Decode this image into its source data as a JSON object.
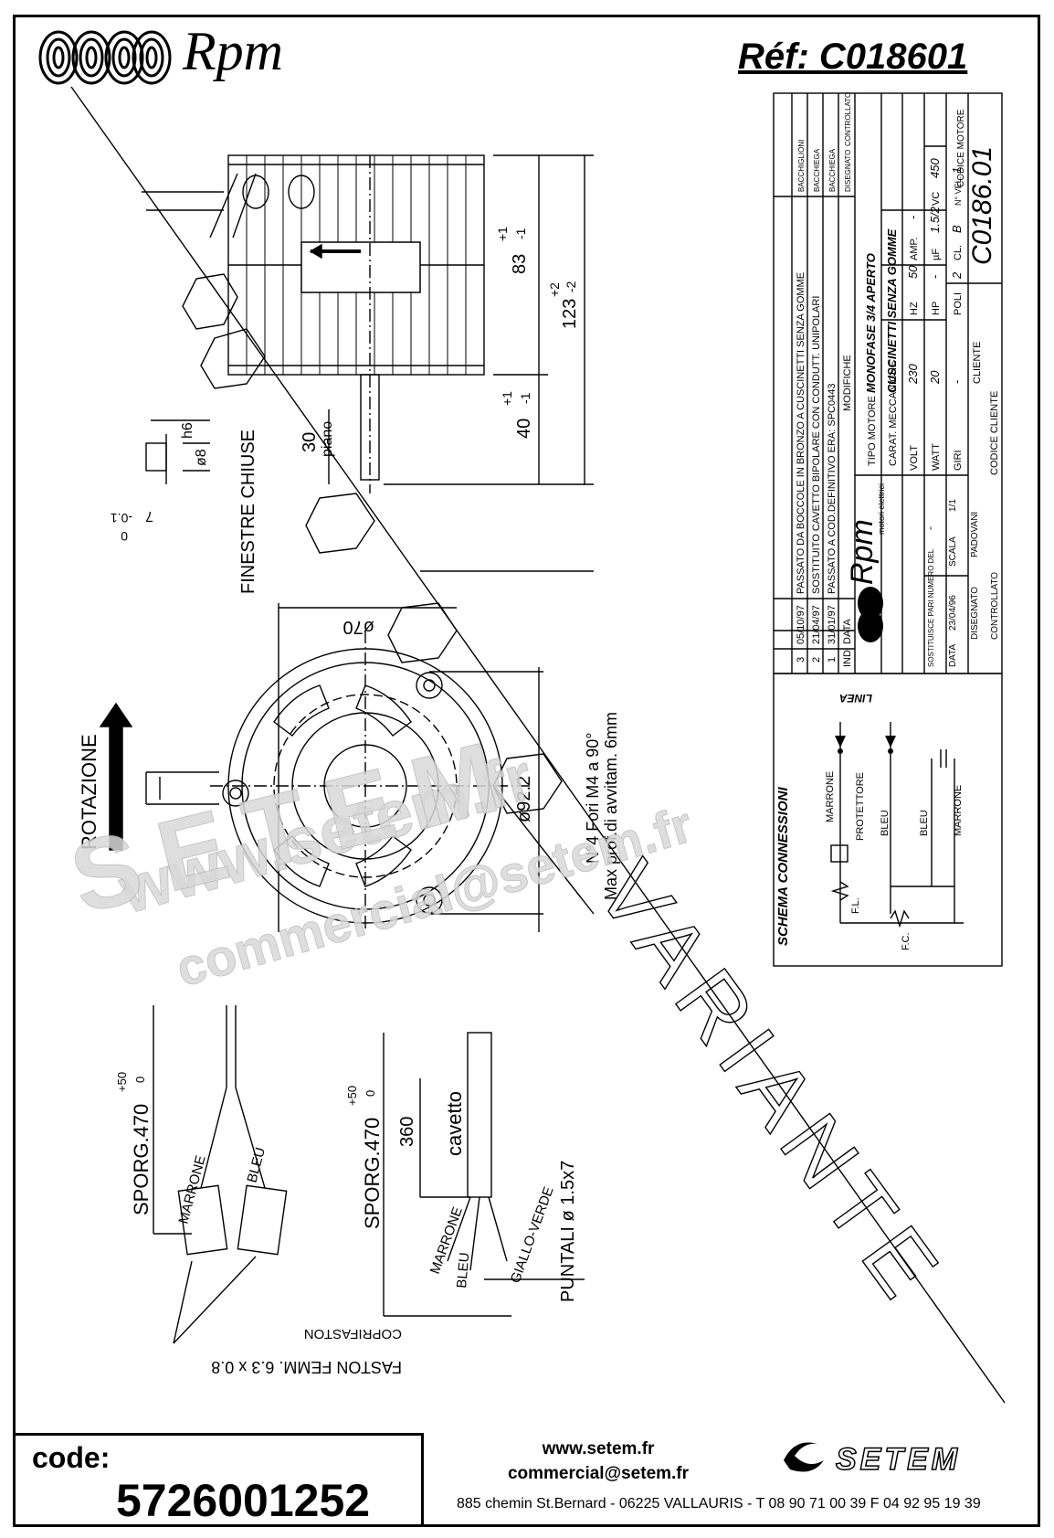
{
  "header": {
    "brand": "Rpm",
    "reference": "Réf:  C018601"
  },
  "drawing": {
    "side_dims": {
      "length_total": "123",
      "length_total_tol_plus": "+2",
      "length_total_tol_minus": "-2",
      "body": "83",
      "body_tol_plus": "+1",
      "body_tol_minus": "-1",
      "shaft": "40",
      "shaft_tol_plus": "+1",
      "shaft_tol_minus": "-1",
      "flat": "30",
      "flat_label": "piano",
      "shaft_fit": "h6",
      "shaft_dia": "ø8",
      "shaft_flat_depth": "7",
      "shaft_flat_tol_minus": "-0.1",
      "shaft_flat_tol_zero": "0",
      "closed_windows": "FINESTRE CHIUSE"
    },
    "front_dims": {
      "dia_70": "ø70",
      "dia_92": "ø92.2",
      "holes": "N°4 Fori M4 a 90°",
      "holes_depth": "Max prof.di avvitam. 6mm",
      "rotation": "ROTAZIONE"
    },
    "leads_left": {
      "length": "SPORG.470",
      "tol_plus": "+50",
      "tol_zero": "0",
      "wire1": "MARRONE",
      "wire2": "BLEU",
      "faston": "FASTON FEMM. 6.3 x 0.8",
      "cover": "COPRIFASTON"
    },
    "leads_right": {
      "length": "SPORG.470",
      "tol_plus": "+50",
      "tol_zero": "0",
      "cable_len": "360",
      "cable": "cavetto",
      "wire1": "MARRONE",
      "wire2": "BLEU",
      "wire3": "GIALLO-VERDE",
      "tips": "PUNTALI ø 1.5x7"
    },
    "variant_stamp": "VARIANTE"
  },
  "title_block": {
    "revisions": [
      {
        "ind": "3",
        "date": "05/10/97",
        "mod": "PASSATO DA BOCCOLE  IN BRONZO A CUSCINETTI SENZA GOMME",
        "drawn": "BACCHIGLIONI"
      },
      {
        "ind": "2",
        "date": "21/04/97",
        "mod": "SOSTITUITO CAVETTO BIPOLARE CON CONDUTT. UNIPOLARI",
        "drawn": "BACCHIEGA"
      },
      {
        "ind": "1",
        "date": "31/01/97",
        "mod": "PASSATO A COD.DEFINITIVO ERA: SPC0443",
        "drawn": "BACCHIEGA"
      }
    ],
    "rev_header": {
      "ind": "IND",
      "date": "DATA",
      "mod": "MODIFICHE",
      "drawn": "DISEGNATO",
      "checked": "CONTROLLATO"
    },
    "brand": "Rpm",
    "brand_sub": "motori elettrici",
    "motor_type_label": "TIPO MOTORE",
    "motor_type": "MONOFASE 3/4 APERTO",
    "mech_label": "CARAT. MECCANICHE",
    "mech": "CUSCINETTI SENZA GOMME",
    "volt_label": "VOLT",
    "volt": "230",
    "hz_label": "HZ",
    "hz": "50",
    "amp_label": "AMP.",
    "amp": "-",
    "watt_label": "WATT",
    "watt": "20",
    "hp_label": "HP",
    "hp": "-",
    "uf_label": "µF",
    "uf": "1.5/2",
    "vc_label": "VC",
    "vc": "450",
    "giri_label": "GIRI",
    "giri": "-",
    "poli_label": "POLI",
    "poli": "2",
    "cl_label": "CL.",
    "cl": "B",
    "nvel_label": "N° VEL.",
    "nvel": "1",
    "cliente_label": "CLIENTE",
    "codice_cliente_label": "CODICE CLIENTE",
    "codice_motore_label": "CODICE MOTORE",
    "codice_motore": "C0186.01",
    "sostituisce_label": "SOSTITUISCE PARI NUMERO DEL",
    "sostituisce": "-",
    "data_label": "DATA",
    "data": "23/04/96",
    "scala_label": "SCALA",
    "scala": "1/1",
    "disegnato_label": "DISEGNATO",
    "disegnato": "PADOVANI",
    "controllato_label": "CONTROLLATO"
  },
  "schema": {
    "title": "SCHEMA CONNESSIONI",
    "linea": "LINEA",
    "marrone": "MARRONE",
    "protettore": "PROTETTORE",
    "bleu1": "BLEU",
    "bleu2": "BLEU",
    "marrone2": "MARRONE",
    "fl": "F.L.",
    "fc": "F.C."
  },
  "watermark": {
    "line1": "www.setem.fr",
    "line2": "SETEM",
    "line3": "commercial@setem.fr"
  },
  "footer": {
    "code_label": "code:",
    "code": "5726001252",
    "url": "www.setem.fr",
    "email": "commercial@setem.fr",
    "company": "SETEM",
    "address": "885 chemin St.Bernard  -  06225 VALLAURIS  -  T 08 90 71 00 39   F 04 92 95 19 39"
  }
}
